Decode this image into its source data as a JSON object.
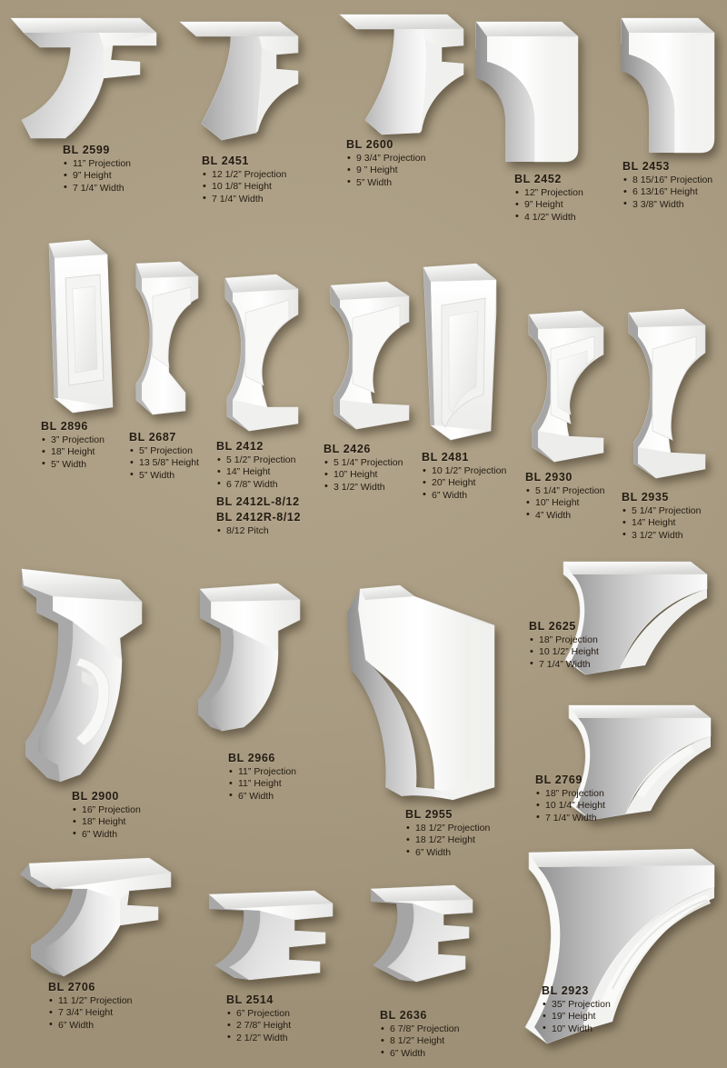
{
  "page": {
    "background_color": "#aa9d83",
    "text_color": "#241c12",
    "product_color": "#ffffff",
    "title": "Bracket / Corbel Product Catalog Page"
  },
  "units": {
    "projection": "Projection",
    "height": "Height",
    "width": "Width",
    "pitch": "Pitch"
  },
  "products": [
    {
      "code": "BL 2599",
      "specs": [
        "11” Projection",
        "9” Height",
        "7 1/4” Width"
      ]
    },
    {
      "code": "BL 2451",
      "specs": [
        "12 1/2” Projection",
        "10 1/8” Height",
        "7 1/4” Width"
      ]
    },
    {
      "code": "BL 2600",
      "specs": [
        "9 3/4” Projection",
        "9 ” Height",
        "5” Width"
      ]
    },
    {
      "code": "BL 2452",
      "specs": [
        "12” Projection",
        "9” Height",
        "4 1/2” Width"
      ]
    },
    {
      "code": "BL 2453",
      "specs": [
        "8 15/16” Projection",
        "6 13/16” Height",
        "3 3/8” Width"
      ]
    },
    {
      "code": "BL 2896",
      "specs": [
        "3” Projection",
        "18” Height",
        "5” Width"
      ]
    },
    {
      "code": "BL 2687",
      "specs": [
        "5” Projection",
        "13 5/8” Height",
        "5” Width"
      ]
    },
    {
      "code": "BL 2412",
      "specs": [
        "5 1/2” Projection",
        "14” Height",
        "6 7/8” Width"
      ],
      "code2": "BL 2412L-8/12",
      "code3": "BL 2412R-8/12",
      "specs2": [
        "8/12 Pitch"
      ]
    },
    {
      "code": "BL 2426",
      "specs": [
        "5 1/4” Projection",
        "10” Height",
        "3 1/2” Width"
      ]
    },
    {
      "code": "BL 2481",
      "specs": [
        "10 1/2” Projection",
        "20” Height",
        "6” Width"
      ]
    },
    {
      "code": "BL 2930",
      "specs": [
        "5 1/4” Projection",
        "10” Height",
        "4” Width"
      ]
    },
    {
      "code": "BL 2935",
      "specs": [
        "5 1/4” Projection",
        "14” Height",
        "3 1/2” Width"
      ]
    },
    {
      "code": "BL 2625",
      "specs": [
        "18” Projection",
        "10 1/2” Height",
        "7 1/4” Width"
      ]
    },
    {
      "code": "BL 2900",
      "specs": [
        "16” Projection",
        "18” Height",
        "6” Width"
      ]
    },
    {
      "code": "BL 2966",
      "specs": [
        "11” Projection",
        "11” Height",
        "6” Width"
      ]
    },
    {
      "code": "BL 2769",
      "specs": [
        "18” Projection",
        "10 1/4” Height",
        "7 1/4” Width"
      ]
    },
    {
      "code": "BL 2955",
      "specs": [
        "18 1/2” Projection",
        "18 1/2” Height",
        "6” Width"
      ]
    },
    {
      "code": "BL 2706",
      "specs": [
        "11 1/2” Projection",
        "7 3/4” Height",
        "6” Width"
      ]
    },
    {
      "code": "BL 2514",
      "specs": [
        "6” Projection",
        "2 7/8” Height",
        "2 1/2” Width"
      ]
    },
    {
      "code": "BL 2636",
      "specs": [
        "6 7/8” Projection",
        "8 1/2” Height",
        "6” Width"
      ]
    },
    {
      "code": "BL 2923",
      "specs": [
        "35” Projection",
        "19” Height",
        "10” Width"
      ]
    }
  ]
}
